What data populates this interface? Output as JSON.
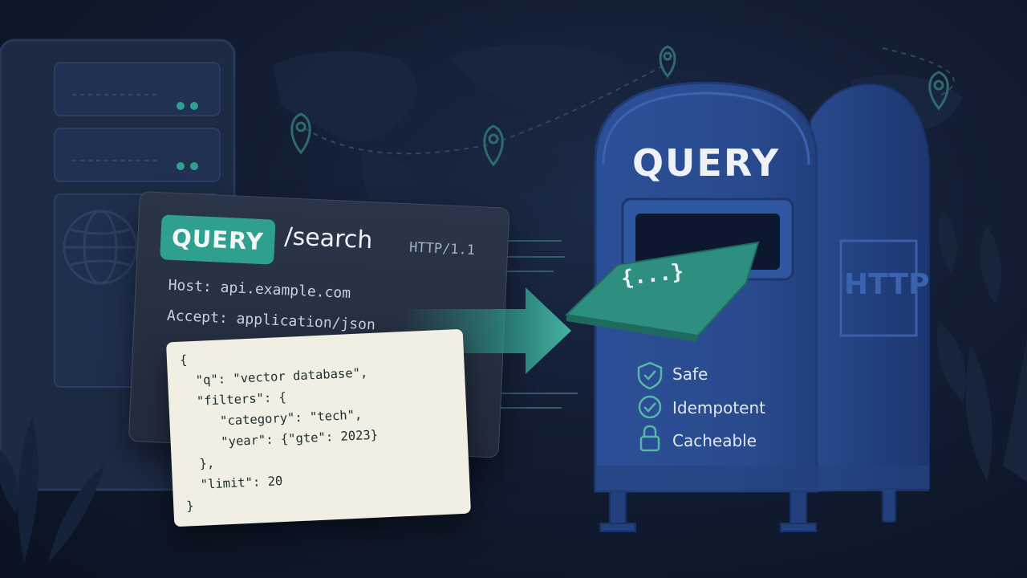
{
  "colors": {
    "teal": "#2fa08f",
    "mailbox_blue": "#2a4d94",
    "background": "#121d33",
    "paper": "#f1eee4"
  },
  "request": {
    "method": "QUERY",
    "path": "/search",
    "protocol": "HTTP/1.1",
    "headers": [
      "Host: api.example.com",
      "Accept: application/json"
    ],
    "body_lines": [
      "{",
      "  \"q\": \"vector database\",",
      "  \"filters\": {",
      "     \"category\": \"tech\",",
      "     \"year\": {\"gte\": 2023}",
      "  },",
      "  \"limit\": 20",
      "}"
    ]
  },
  "envelope": {
    "label": "{...}"
  },
  "mailbox": {
    "title": "QUERY",
    "side_label": "HTTP",
    "features": [
      {
        "label": "Safe",
        "icon": "shield-check-icon"
      },
      {
        "label": "Idempotent",
        "icon": "check-circle-icon"
      },
      {
        "label": "Cacheable",
        "icon": "lock-icon"
      }
    ]
  }
}
